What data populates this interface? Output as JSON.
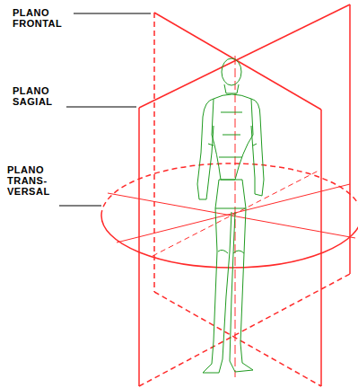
{
  "diagram": {
    "labels": [
      "PLANO FRONTAL",
      "PLANO SAGIAL",
      "PLANO TRANS-VERSAL"
    ]
  }
}
